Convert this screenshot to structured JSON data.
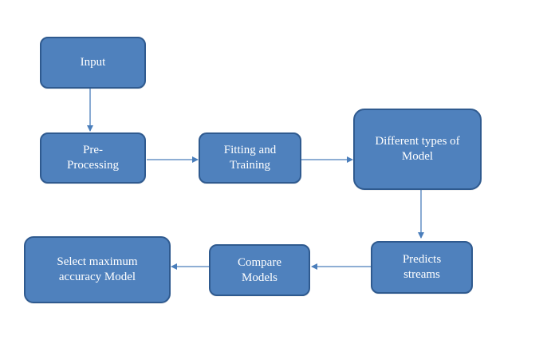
{
  "colors": {
    "node_fill": "#4f81bd",
    "node_border": "#2f5a8f",
    "node_text": "#ffffff",
    "edge": "#4a7ebb",
    "background": "#ffffff"
  },
  "nodes": {
    "input": "Input",
    "preprocessing": "Pre-\nProcessing",
    "fitting_training": "Fitting and\nTraining",
    "different_models": "Different types of\nModel",
    "predicts_streams": "Predicts\nstreams",
    "compare_models": "Compare\nModels",
    "select_model": "Select maximum\naccuracy Model"
  },
  "edges": [
    {
      "from": "input",
      "to": "preprocessing"
    },
    {
      "from": "preprocessing",
      "to": "fitting_training"
    },
    {
      "from": "fitting_training",
      "to": "different_models"
    },
    {
      "from": "different_models",
      "to": "predicts_streams"
    },
    {
      "from": "predicts_streams",
      "to": "compare_models"
    },
    {
      "from": "compare_models",
      "to": "select_model"
    }
  ]
}
